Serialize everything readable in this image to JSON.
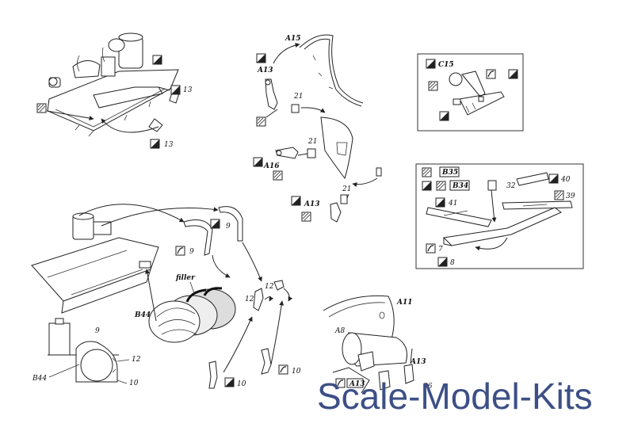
{
  "labels": {
    "tl_13a": "13",
    "tl_13b": "13",
    "a15": "A15",
    "a13a": "A13",
    "n21a": "21",
    "n21b": "21",
    "a16": "A16",
    "n21c": "21",
    "a13b": "A13",
    "c15": "C15",
    "b35": "B35",
    "b34": "B34",
    "n41": "41",
    "n32": "32",
    "n40": "40",
    "n39": "39",
    "n7": "7",
    "n8": "8",
    "filler": "filler",
    "b44a": "B44",
    "n9a": "9",
    "n9b": "9",
    "n12a": "12",
    "n12b": "12",
    "n10a": "10",
    "n10b": "10",
    "b44b": "B44",
    "n9c": "9",
    "n12c": "12",
    "n10c": "10",
    "a13c": "A13",
    "a11": "A11",
    "a8": "A8",
    "a13d": "A13",
    "n36": "36"
  },
  "watermark": "Scale-Model-Kits",
  "colors": {
    "line": "#222222",
    "watermark": "#3d4f86",
    "background": "#ffffff"
  }
}
